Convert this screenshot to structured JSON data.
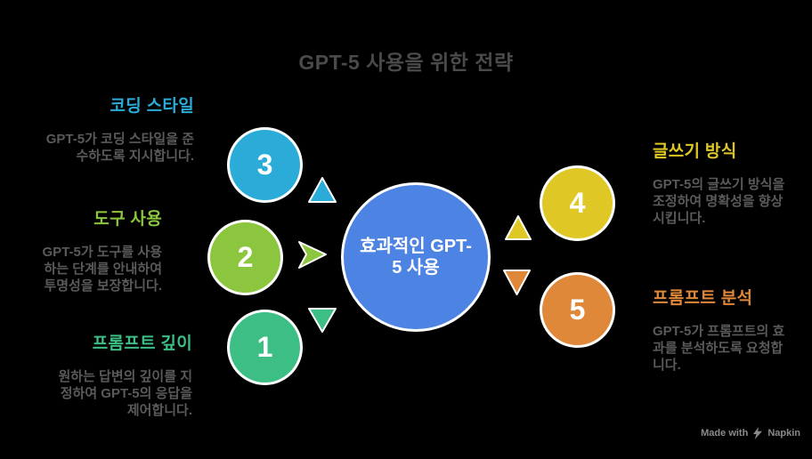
{
  "title": "GPT-5 사용을 위한 전략",
  "center": {
    "label": "효과적인 GPT-5 사용"
  },
  "items": [
    {
      "number": "1",
      "heading": "프롬프트 깊이",
      "description": "원하는 답변의 깊이를 지정하여 GPT-5의 응답을 제어합니다.",
      "color": "#3DBE84"
    },
    {
      "number": "2",
      "heading": "도구 사용",
      "description": "GPT-5가 도구를 사용하는 단계를 안내하여 투명성을 보장합니다.",
      "color": "#8CC63F"
    },
    {
      "number": "3",
      "heading": "코딩 스타일",
      "description": "GPT-5가 코딩 스타일을 준수하도록 지시합니다.",
      "color": "#2BACD8"
    },
    {
      "number": "4",
      "heading": "글쓰기 방식",
      "description": "GPT-5의 글쓰기 방식을 조정하여 명확성을 향상시킵니다.",
      "color": "#DFC826"
    },
    {
      "number": "5",
      "heading": "프롬프트 분석",
      "description": "GPT-5가 프롬프트의 효과를 분석하도록 요청합니다.",
      "color": "#E0883A"
    }
  ],
  "footer": {
    "made_with": "Made with",
    "brand": "Napkin"
  },
  "colors": {
    "background": "#000000",
    "title_text": "#4A4A4A",
    "body_text": "#5A5A5A",
    "center_fill": "#4D83E2",
    "footer_text": "#8A8A8A"
  }
}
